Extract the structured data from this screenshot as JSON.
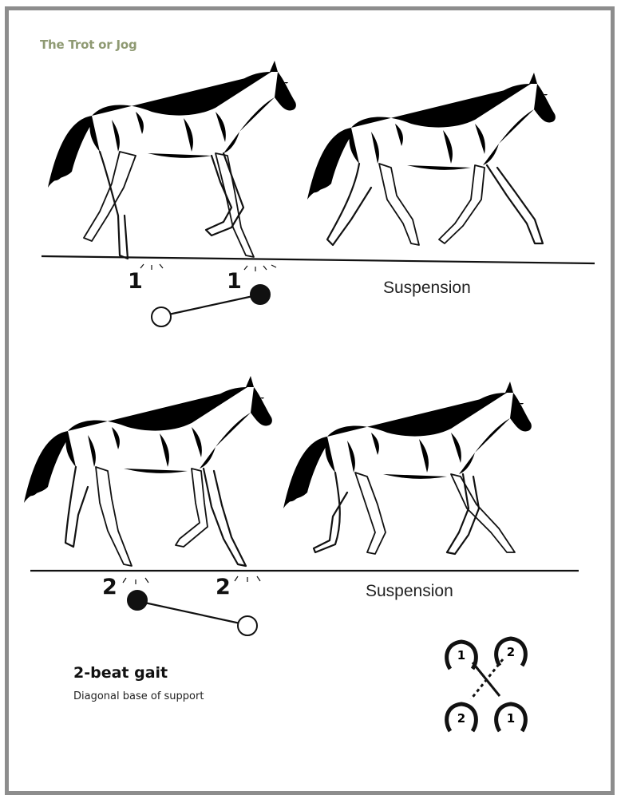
{
  "title": "The Trot or Jog",
  "row1": {
    "beat_left": "1",
    "beat_right": "1",
    "suspension_label": "Suspension"
  },
  "row2": {
    "beat_left": "2",
    "beat_right": "2",
    "suspension_label": "Suspension"
  },
  "gait": {
    "name": "2-beat gait",
    "description": "Diagonal base of support"
  },
  "hoof_diagram": {
    "top_left": "1",
    "top_right": "2",
    "bottom_left": "2",
    "bottom_right": "1"
  }
}
